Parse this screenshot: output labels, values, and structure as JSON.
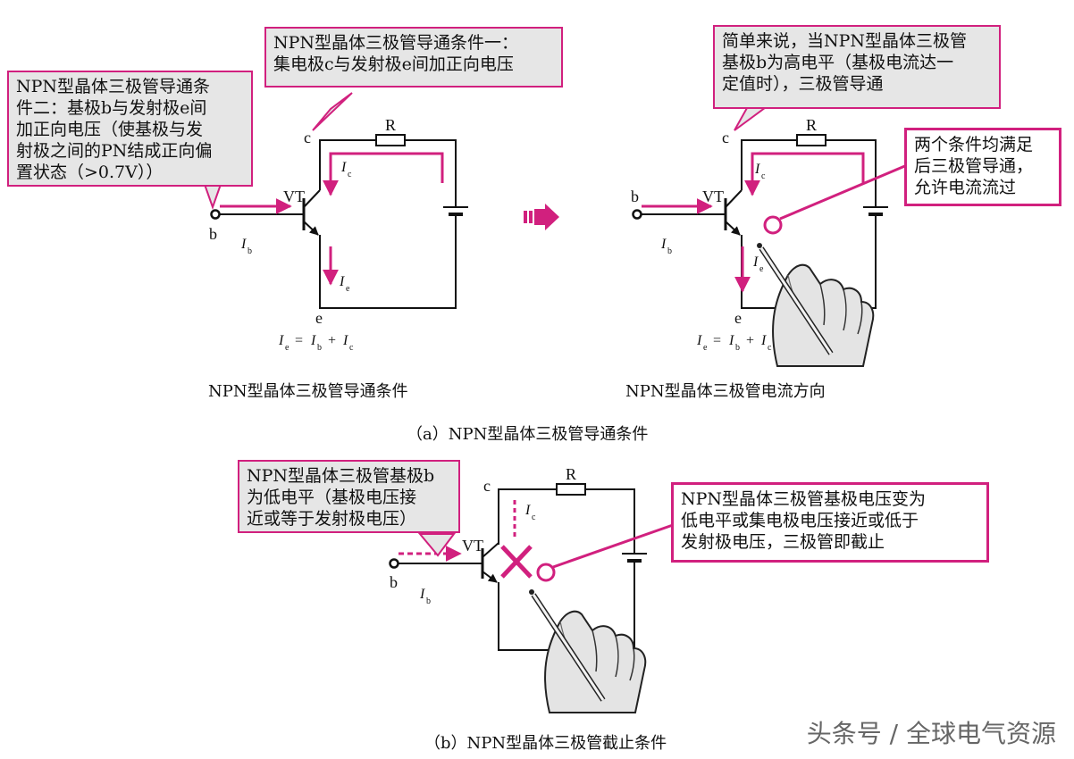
{
  "callouts": {
    "cond2": "NPN型晶体三极管导通条\n件二：基极b与发射极e间\n加正向电压（使基极与发\n射极之间的PN结成正向偏\n置状态（>0.7V））",
    "cond1": "NPN型晶体三极管导通条件一：\n集电极c与发射极e间加正向电压",
    "simple": "简单来说，当NPN型晶体三极管\n基极b为高电平（基极电流达一\n定值时），三极管导通",
    "both": "两个条件均满足\n后三极管导通，\n允许电流流过",
    "low_base": "NPN型晶体三极管基极b\n为低电平（基极电压接\n近或等于发射极电压）",
    "cutoff": "NPN型晶体三极管基极电压变为\n低电平或集电极电压接近或低于\n发射极电压，三极管即截止"
  },
  "captions": {
    "left": "NPN型晶体三极管导通条件",
    "right": "NPN型晶体三极管电流方向",
    "part_a": "（a）NPN型晶体三极管导通条件",
    "part_b": "（b）NPN型晶体三极管截止条件"
  },
  "labels": {
    "c": "c",
    "e": "e",
    "b": "b",
    "R": "R",
    "VT": "VT",
    "I": "I",
    "sub_c": "c",
    "sub_b": "b",
    "sub_e": "e",
    "eq_eq": "=",
    "eq_plus": "+"
  },
  "watermark": "头条号 / 全球电气资源",
  "colors": {
    "accent": "#d1207e",
    "wire": "#111111",
    "bubble": "#e6e6e6"
  }
}
